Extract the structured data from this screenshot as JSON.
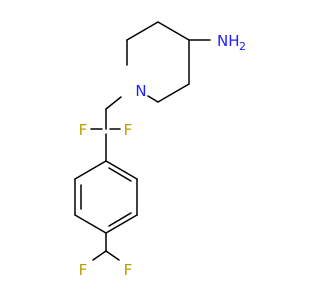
{
  "molecule": {
    "atom_labels": {
      "n_ring": "N",
      "amine": "NH",
      "amine_subscript": "2",
      "f_left": "F",
      "f_right": "F",
      "f_bottom_left": "F",
      "f_bottom_right": "F"
    },
    "colors": {
      "nitrogen": "#2020ff",
      "fluorine": "#b5a100",
      "bond": "#000000",
      "background": "#ffffff"
    }
  }
}
